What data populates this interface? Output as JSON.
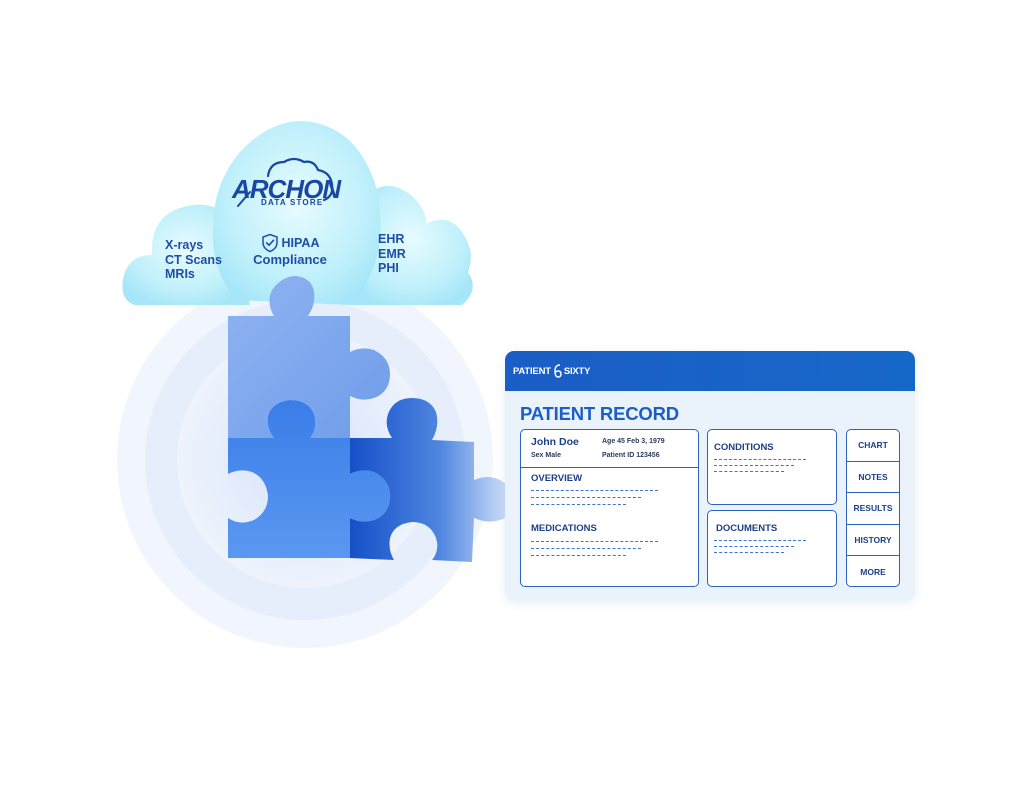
{
  "cloud": {
    "logo_name": "ARCHON",
    "logo_sub": "DATA STORE",
    "left_items": [
      "X-rays",
      "CT Scans",
      "MRIs"
    ],
    "center_line1": "HIPAA",
    "center_line2": "Compliance",
    "right_items": [
      "EHR",
      "EMR",
      "PHI"
    ]
  },
  "icons": {
    "shield": "shield-check-icon",
    "brand_mark": "patient-sixty-logo-icon"
  },
  "colors": {
    "brand_blue": "#1b5dc6",
    "text_blue": "#1d4ea8",
    "puzzle_light": "#7ea6ee",
    "puzzle_mid": "#4c86ea",
    "puzzle_dark": "#1a56cc",
    "card_bg": "#eaf2fc"
  },
  "record": {
    "brand_left": "PATIENT",
    "brand_right": "SIXTY",
    "title": "PATIENT RECORD",
    "patient": {
      "name": "John Doe",
      "age_dob": "Age 45 Feb 3, 1979",
      "sex": "Sex Male",
      "id": "Patient ID 123456"
    },
    "sections": {
      "overview": "OVERVIEW",
      "medications": "MEDICATIONS",
      "conditions": "CONDITIONS",
      "documents": "DOCUMENTS"
    },
    "nav": [
      "CHART",
      "NOTES",
      "RESULTS",
      "HISTORY",
      "MORE"
    ]
  }
}
